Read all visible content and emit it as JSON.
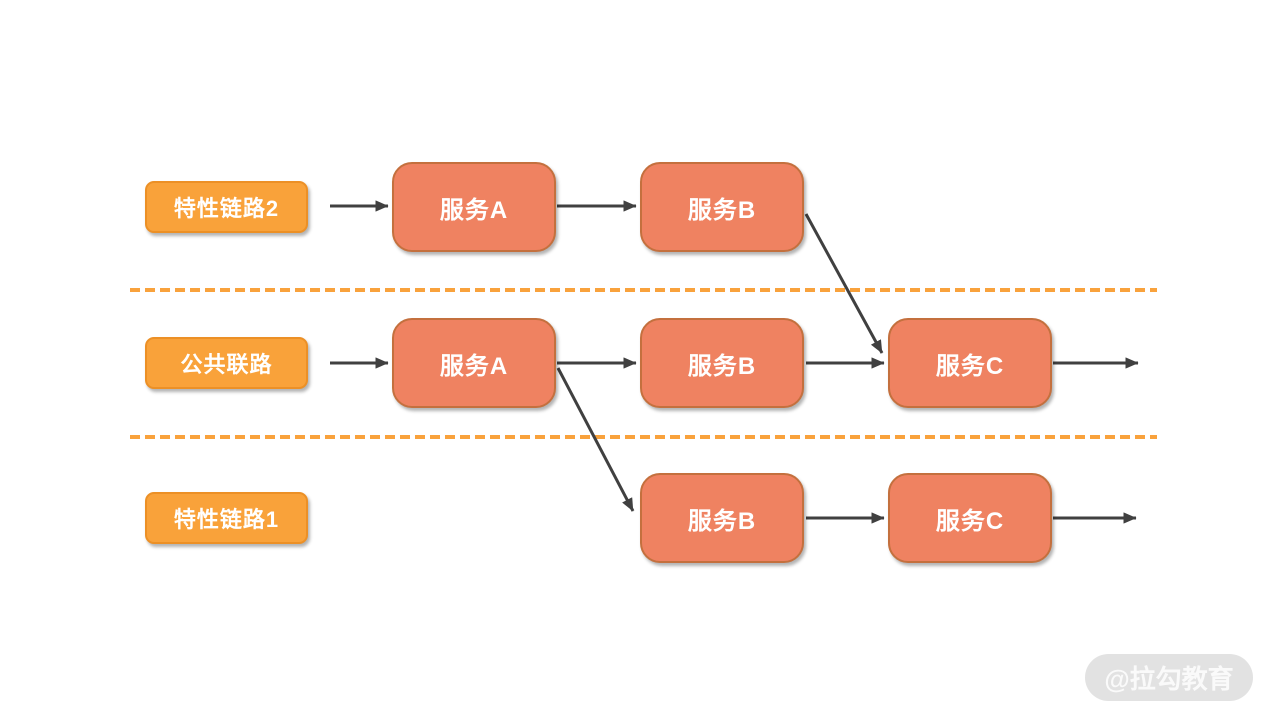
{
  "diagram": {
    "title_hint": "service-chain lanes diagram",
    "lanes": [
      {
        "id": "feature-chain-2",
        "label": "特性链路2"
      },
      {
        "id": "common-chain",
        "label": "公共联路"
      },
      {
        "id": "feature-chain-1",
        "label": "特性链路1"
      }
    ],
    "nodes": [
      {
        "id": "top-a",
        "lane": "feature-chain-2",
        "label": "服务A"
      },
      {
        "id": "top-b",
        "lane": "feature-chain-2",
        "label": "服务B"
      },
      {
        "id": "mid-a",
        "lane": "common-chain",
        "label": "服务A"
      },
      {
        "id": "mid-b",
        "lane": "common-chain",
        "label": "服务B"
      },
      {
        "id": "mid-c",
        "lane": "common-chain",
        "label": "服务C"
      },
      {
        "id": "bot-b",
        "lane": "feature-chain-1",
        "label": "服务B"
      },
      {
        "id": "bot-c",
        "lane": "feature-chain-1",
        "label": "服务C"
      }
    ],
    "connections": [
      {
        "from": "特性链路2",
        "to": "top-a 服务A"
      },
      {
        "from": "top-a 服务A",
        "to": "top-b 服务B"
      },
      {
        "from": "top-b 服务B",
        "to": "mid-c 服务C"
      },
      {
        "from": "公共联路",
        "to": "mid-a 服务A"
      },
      {
        "from": "mid-a 服务A",
        "to": "mid-b 服务B"
      },
      {
        "from": "mid-a 服务A",
        "to": "bot-b 服务B"
      },
      {
        "from": "mid-b 服务B",
        "to": "mid-c 服务C"
      },
      {
        "from": "mid-c 服务C",
        "to": "out-right"
      },
      {
        "from": "bot-b 服务B",
        "to": "bot-c 服务C"
      },
      {
        "from": "bot-c 服务C",
        "to": "out-right"
      }
    ],
    "colors": {
      "lane_label": "#F9A23A",
      "lane_label_border": "#EC9026",
      "service_node": "#EF8261",
      "service_node_border": "#C4703E",
      "arrow": "#404040",
      "divider": "#F9A23C"
    }
  },
  "watermark": {
    "text": "@拉勾教育"
  }
}
